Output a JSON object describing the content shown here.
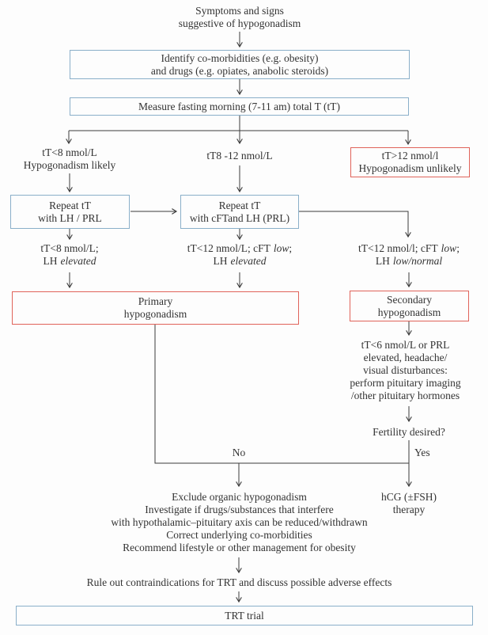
{
  "title": "Hypogonadism diagnostic flowchart",
  "colors": {
    "blue_border": "#8aafc9",
    "red_border": "#e0635a",
    "text": "#333333",
    "line": "#3c3c3c"
  },
  "nodes": {
    "start": {
      "l1": "Symptoms and signs",
      "l2": "suggestive of hypogonadism"
    },
    "identify": {
      "l1": "Identify co-morbidities (e.g. obesity)",
      "l2": "and drugs (e.g. opiates, anabolic steroids)"
    },
    "measure": {
      "label": "Measure fasting morning (7-11 am) total T (tT)"
    },
    "branch_low": {
      "l1": "tT<8 nmol/L",
      "l2": "Hypogonadism likely"
    },
    "branch_mid": {
      "label": "tT8 -12 nmol/L"
    },
    "branch_high": {
      "l1": "tT>12 nmol/l",
      "l2": "Hypogonadism unlikely"
    },
    "repeat_left": {
      "l1": "Repeat tT",
      "l2": "with LH / PRL"
    },
    "repeat_mid": {
      "l1": "Repeat tT",
      "l2": "with cFTand LH (PRL)"
    },
    "result_left": {
      "l1": "tT<8 nmol/L;",
      "l2a": "LH",
      "l2b": "elevated"
    },
    "result_mid": {
      "l1a": "tT<12 nmol/L; cFT",
      "l1b": "low",
      "l1c": ";",
      "l2a": "LH",
      "l2b": "elevated"
    },
    "result_right": {
      "l1a": "tT<12 nmol/l; cFT",
      "l1b": "low",
      "l1c": ";",
      "l2a": "LH",
      "l2b": "low/normal"
    },
    "primary": {
      "l1": "Primary",
      "l2": "hypogonadism"
    },
    "secondary": {
      "l1": "Secondary",
      "l2": "hypogonadism"
    },
    "pituitary": {
      "lines": [
        "tT<6 nmol/L or PRL",
        "elevated, headache/",
        "visual disturbances:",
        "perform pituitary imaging",
        "/other pituitary hormones"
      ]
    },
    "fertility": {
      "question": "Fertility desired?",
      "no": "No",
      "yes": "Yes"
    },
    "manage": {
      "lines": [
        "Exclude organic hypogonadism",
        "Investigate if drugs/substances that interfere",
        "with hypothalamic–pituitary axis can be reduced/withdrawn",
        "Correct underlying co-morbidities",
        "Recommend lifestyle or other management for obesity"
      ]
    },
    "hcg": {
      "l1": "hCG (±FSH)",
      "l2": "therapy"
    },
    "rule_out": {
      "label": "Rule out contraindications for TRT and discuss possible adverse effects"
    },
    "trt": {
      "label": "TRT trial"
    }
  }
}
